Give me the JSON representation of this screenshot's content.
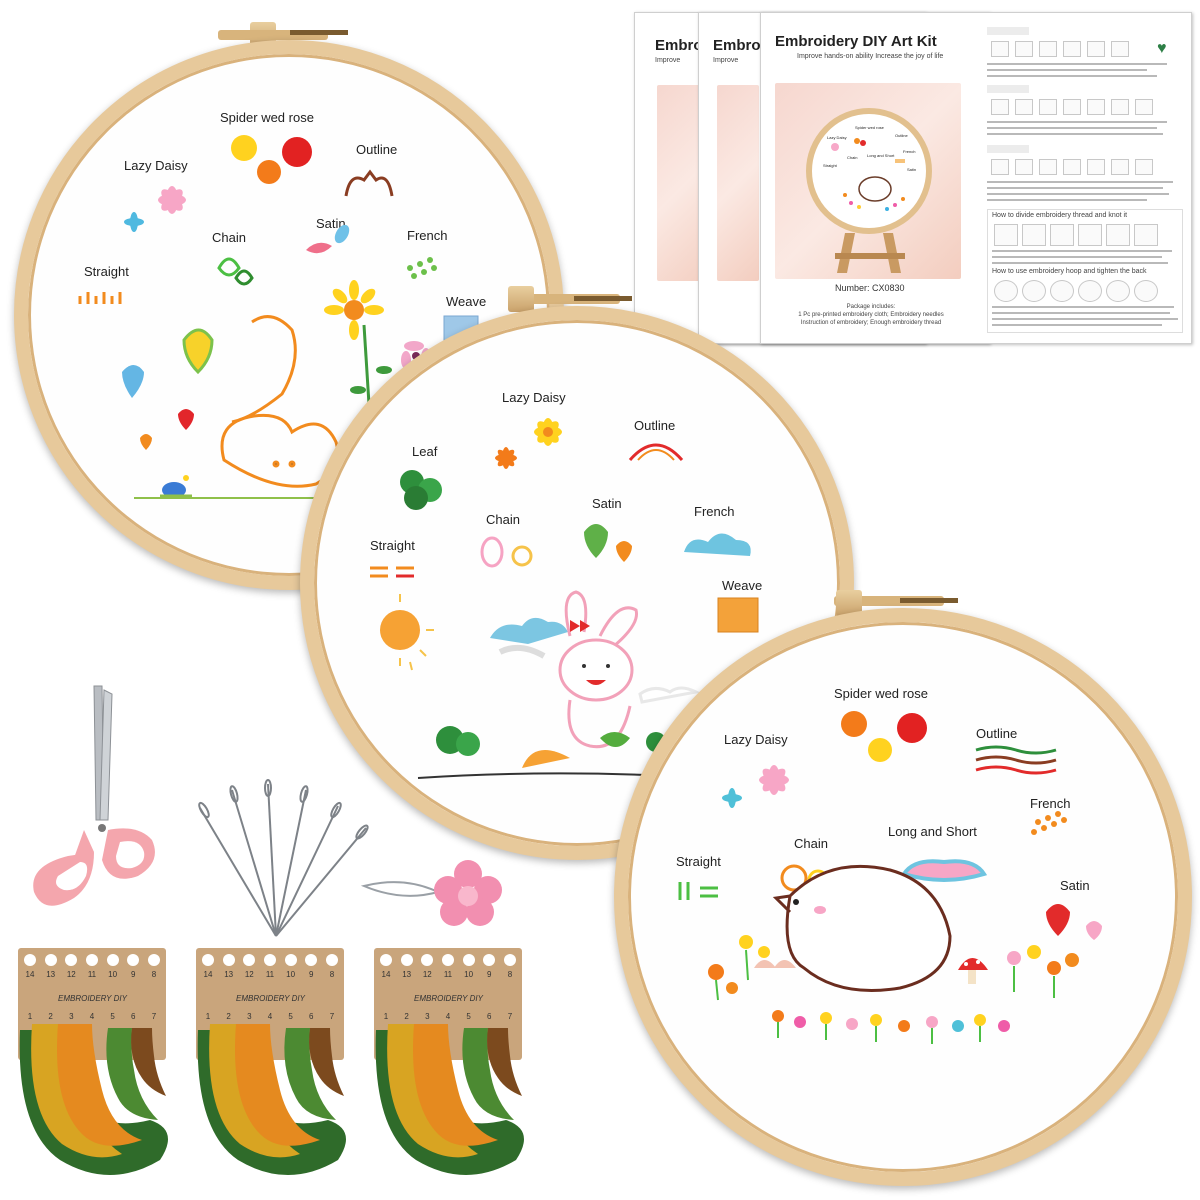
{
  "sheet": {
    "title": "Embroidery DIY Art Kit",
    "title_cut": "Embroidery",
    "title_cut2": "Embroidery",
    "subtitle": "Improve hands-on ability   Increase the joy of life",
    "subtitle_cut": "Improve",
    "number": "Number: CX0830",
    "package_title": "Package includes:",
    "package_line1": "1 Pc pre-printed embroidery cloth; Embroidery needles",
    "package_line2": "Instruction of embroidery; Enough embroidery thread",
    "step1": "How to divide embroidery thread and knot it",
    "step2": "How to use embroidery hoop and tighten the back",
    "mini_labels": [
      "Lazy Daisy",
      "Spider wed rose",
      "Outline",
      "Straight",
      "Chain",
      "Long and Short",
      "French",
      "Satin"
    ]
  },
  "hoop1": {
    "labels": {
      "spider": "Spider wed rose",
      "lazy": "Lazy Daisy",
      "outline": "Outline",
      "satin": "Satin",
      "chain": "Chain",
      "french": "French",
      "straight": "Straight",
      "weave": "Weave"
    }
  },
  "hoop2": {
    "labels": {
      "lazy": "Lazy Daisy",
      "outline": "Outline",
      "leaf": "Leaf",
      "satin": "Satin",
      "chain": "Chain",
      "french": "French",
      "straight": "Straight",
      "weave": "Weave"
    }
  },
  "hoop3": {
    "labels": {
      "spider": "Spider wed rose",
      "lazy": "Lazy Daisy",
      "outline": "Outline",
      "french": "French",
      "chain": "Chain",
      "longshort": "Long and Short",
      "straight": "Straight",
      "satin": "Satin"
    }
  },
  "cards": {
    "label": "EMBROIDERY DIY",
    "top_numbers": [
      "14",
      "13",
      "12",
      "11",
      "10",
      "9",
      "8"
    ],
    "bottom_numbers": [
      "1",
      "2",
      "3",
      "4",
      "5",
      "6",
      "7"
    ]
  },
  "colors": {
    "hoop_wood": "#e7c99b",
    "card": "#c9a57c",
    "scissors": "#f4a6ad",
    "threader": "#f28fb0"
  }
}
